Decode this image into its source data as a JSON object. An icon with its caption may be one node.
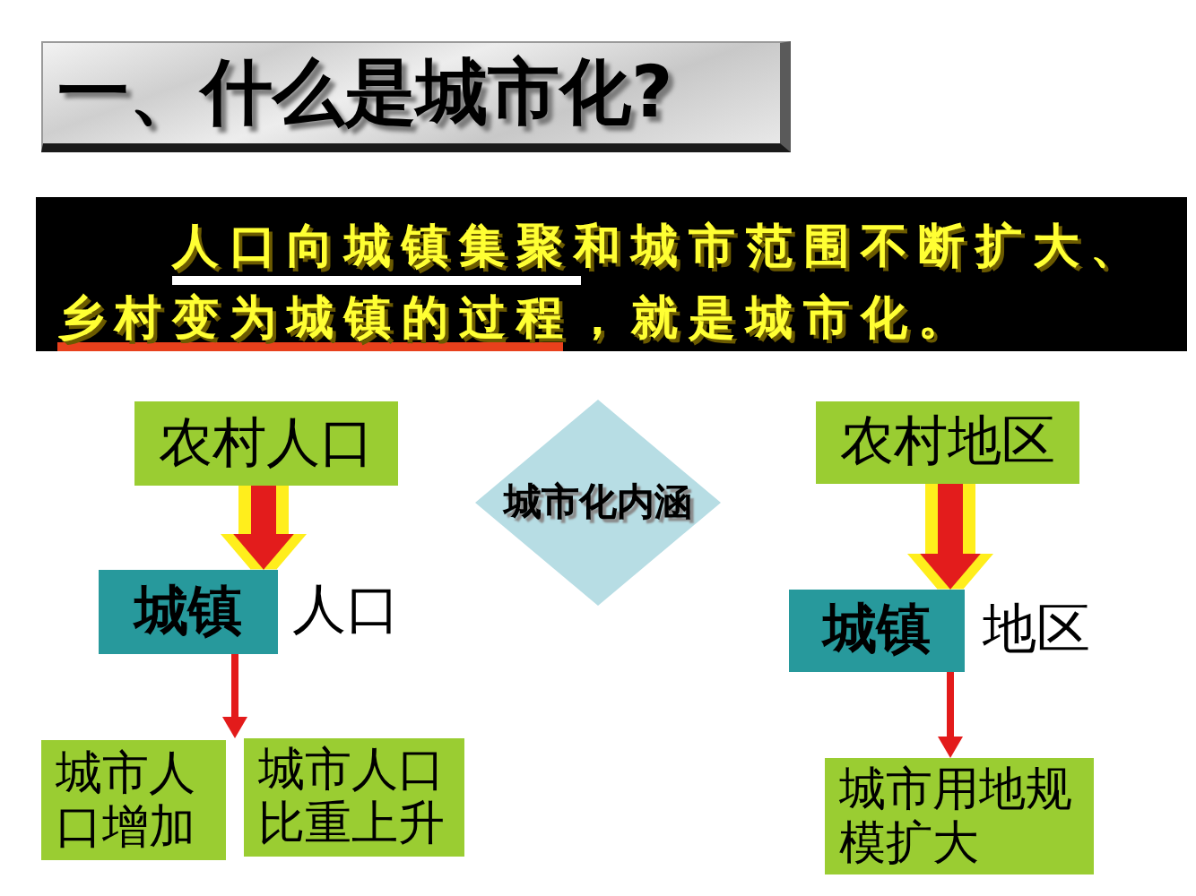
{
  "diagram": {
    "title": "一、什么是城市化?",
    "nodes": [
      {
        "text": [
          "人口向城镇集聚和城市范围不断扩大、乡村变为城镇的过程，就是城市化。"
        ]
      },
      {
        "text": [
          "农村人口"
        ]
      },
      {
        "text": [
          "城市化内涵"
        ]
      },
      {
        "text": [
          "农村地区"
        ]
      },
      {
        "text": [
          "城镇"
        ],
        "beside": [
          "人口"
        ]
      },
      {
        "text": [
          "城镇"
        ],
        "beside": [
          "地区"
        ]
      },
      {
        "text": [
          "城市人口增加"
        ]
      },
      {
        "text": [
          "城市人口比重上升"
        ]
      },
      {
        "text": [
          "城市用地规模扩大"
        ]
      }
    ],
    "edges": [
      {
        "from": 1,
        "to": 4,
        "arrow": "to",
        "style": "thick"
      },
      {
        "from": 4,
        "to": 6,
        "arrow": "to"
      },
      {
        "from": 4,
        "to": 7,
        "arrow": "to"
      },
      {
        "from": 3,
        "to": 5,
        "arrow": "to",
        "style": "thick"
      },
      {
        "from": 5,
        "to": 8,
        "arrow": "to"
      }
    ]
  }
}
